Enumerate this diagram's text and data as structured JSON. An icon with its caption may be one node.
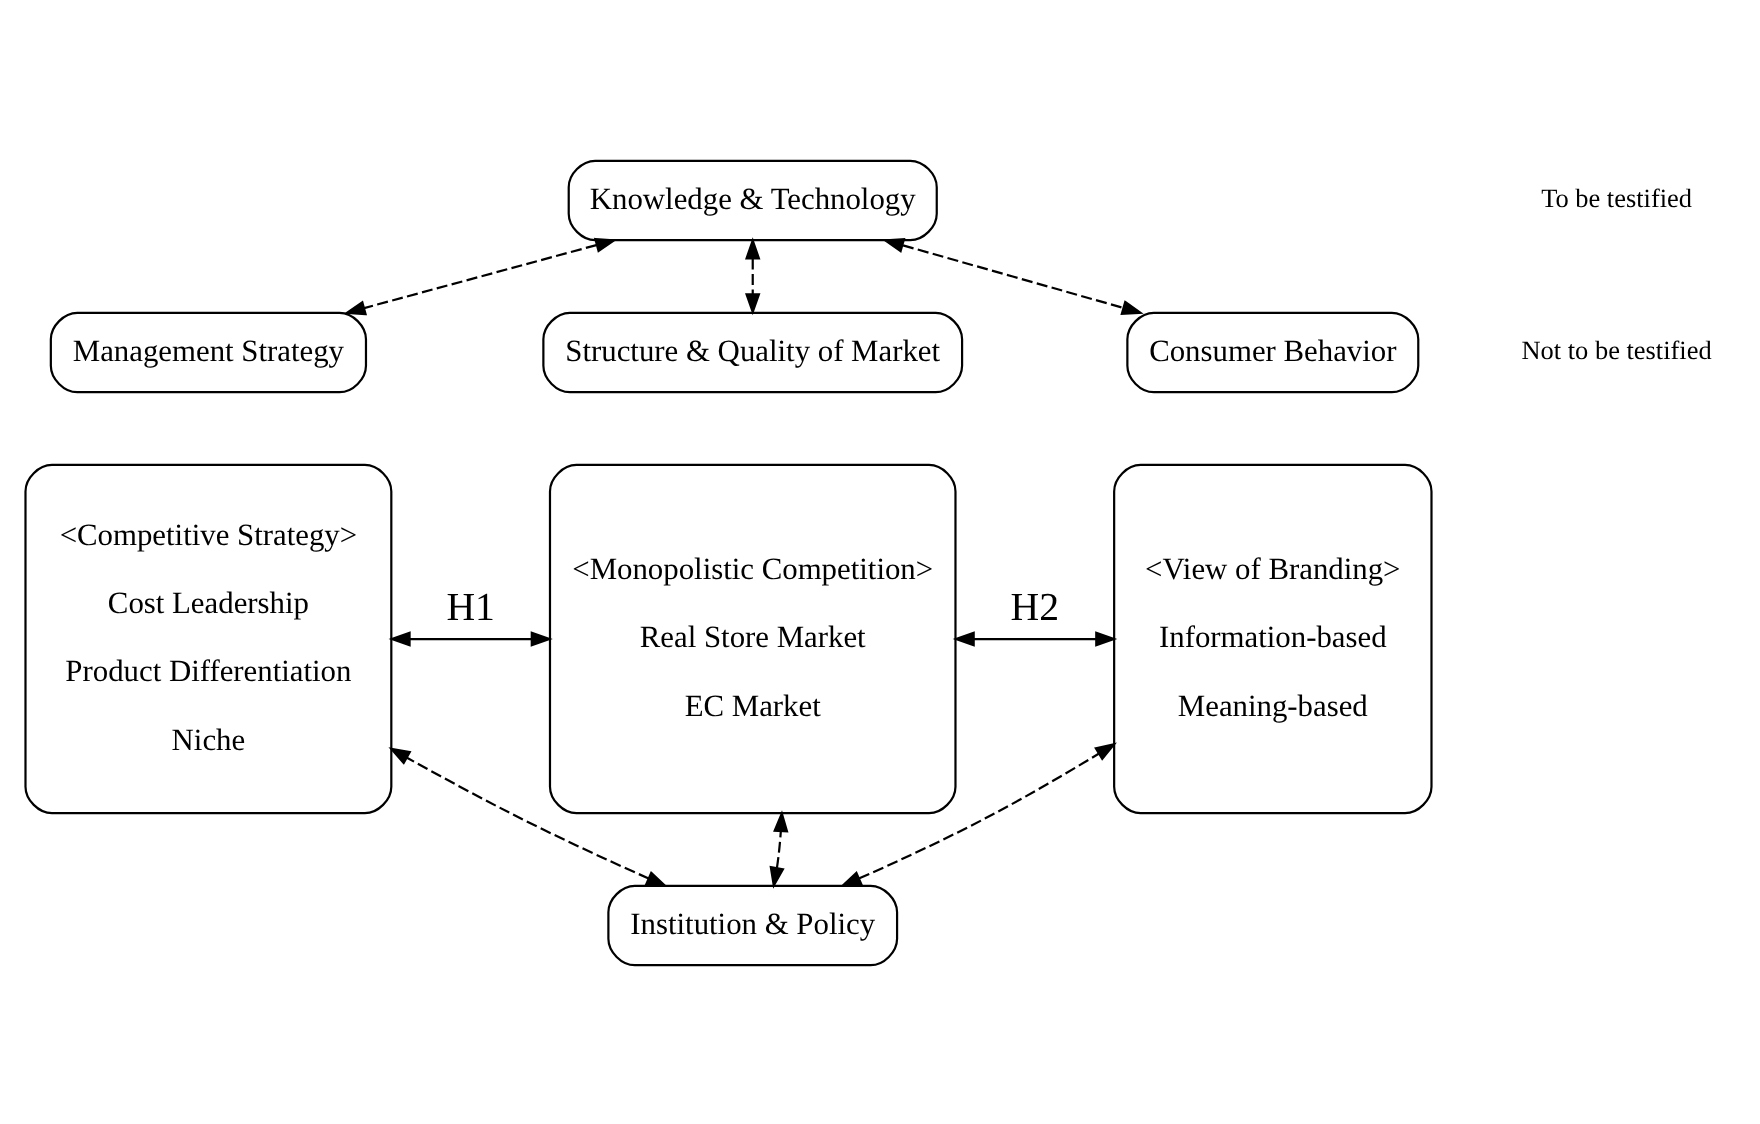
{
  "diagram": {
    "nodes": [
      {
        "text": [
          "Knowledge & Technology"
        ]
      },
      {
        "text": [
          "Management Strategy"
        ]
      },
      {
        "text": [
          "Structure & Quality of Market"
        ]
      },
      {
        "text": [
          "Consumer Behavior"
        ]
      },
      {
        "text": [
          "<Competitive Strategy>",
          "Cost Leadership",
          "Product Differentiation",
          "Niche"
        ]
      },
      {
        "text": [
          "<Monopolistic Competition>",
          "Real Store Market",
          "EC Market"
        ]
      },
      {
        "text": [
          "<View of Branding>",
          "Information-based",
          "Meaning-based"
        ]
      },
      {
        "text": [
          "Institution & Policy"
        ]
      }
    ],
    "edges": [
      {
        "from": 0,
        "to": 1,
        "arrow": "both",
        "style": "dashed"
      },
      {
        "from": 0,
        "to": 2,
        "arrow": "both",
        "style": "dashed"
      },
      {
        "from": 0,
        "to": 3,
        "arrow": "both",
        "style": "dashed"
      },
      {
        "from": 4,
        "to": 5,
        "arrow": "both",
        "label": "H1"
      },
      {
        "from": 5,
        "to": 6,
        "arrow": "both",
        "label": "H2"
      },
      {
        "from": 7,
        "to": 4,
        "arrow": "both",
        "style": "dashed"
      },
      {
        "from": 7,
        "to": 5,
        "arrow": "both",
        "style": "dashed"
      },
      {
        "from": 7,
        "to": 6,
        "arrow": "both",
        "style": "dashed"
      }
    ],
    "legend": [
      {
        "text": "To be testified"
      },
      {
        "text": "Not to be testified"
      }
    ]
  }
}
